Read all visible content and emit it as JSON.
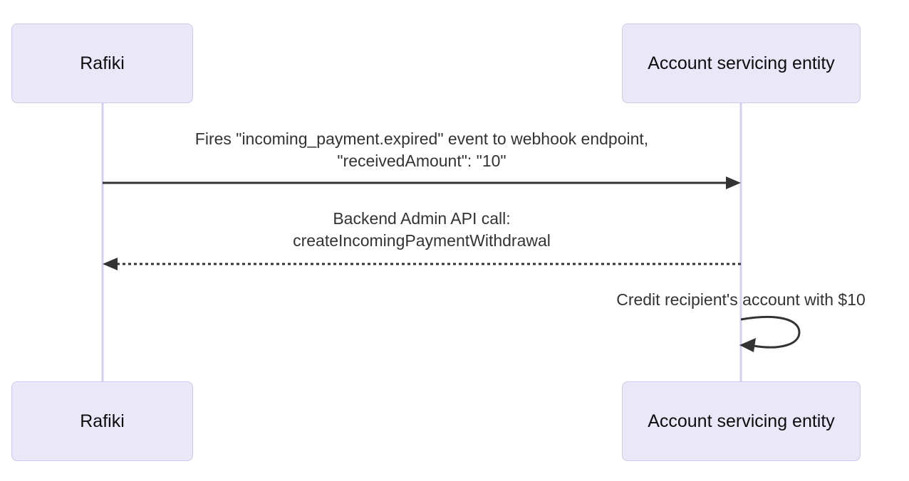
{
  "diagram": {
    "type": "sequence-diagram",
    "actors": [
      {
        "name": "Rafiki"
      },
      {
        "name": "Account servicing entity"
      }
    ],
    "messages": [
      {
        "from": "Rafiki",
        "to": "Account servicing entity",
        "line_style": "solid-arrow-right",
        "text_line1": "Fires \"incoming_payment.expired\" event to webhook endpoint,",
        "text_line2": "\"receivedAmount\": \"10\""
      },
      {
        "from": "Account servicing entity",
        "to": "Rafiki",
        "line_style": "dotted-arrow-left",
        "text_line1": "Backend Admin API call:",
        "text_line2": "createIncomingPaymentWithdrawal"
      },
      {
        "from": "Account servicing entity",
        "to": "Account servicing entity",
        "line_style": "self-loop",
        "text": "Credit recipient's account with $10"
      }
    ],
    "colors": {
      "background": "#ffffff",
      "actor_fill": "#e9e7f8",
      "actor_border": "#cfc9ec",
      "lifeline": "#d4cff1",
      "arrow": "#333333",
      "text": "#333333"
    }
  }
}
